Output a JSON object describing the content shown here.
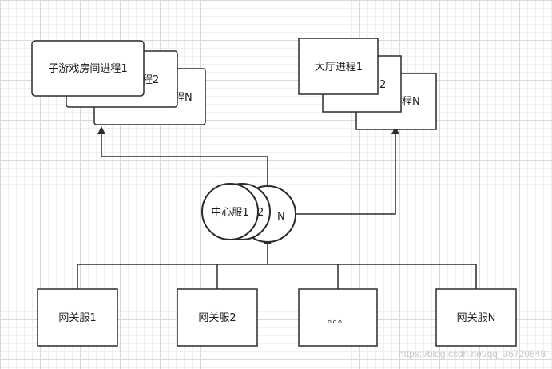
{
  "diagram": {
    "room_processes": {
      "front": "子游戏房间进程1",
      "middle": "程2",
      "back": "程N"
    },
    "lobby_processes": {
      "front": "大厅进程1",
      "middle": "2",
      "back": "程N"
    },
    "center_servers": {
      "front": "中心服1",
      "middle": "2",
      "back": "N"
    },
    "gateways": [
      {
        "label": "网关服1"
      },
      {
        "label": "网关服2"
      },
      {
        "label": "。。。"
      },
      {
        "label": "网关服N"
      }
    ]
  },
  "colors": {
    "stroke": "#2b2b2b",
    "fill": "#ffffff"
  },
  "watermark": "https://blog.csdn.net/qq_36720848"
}
